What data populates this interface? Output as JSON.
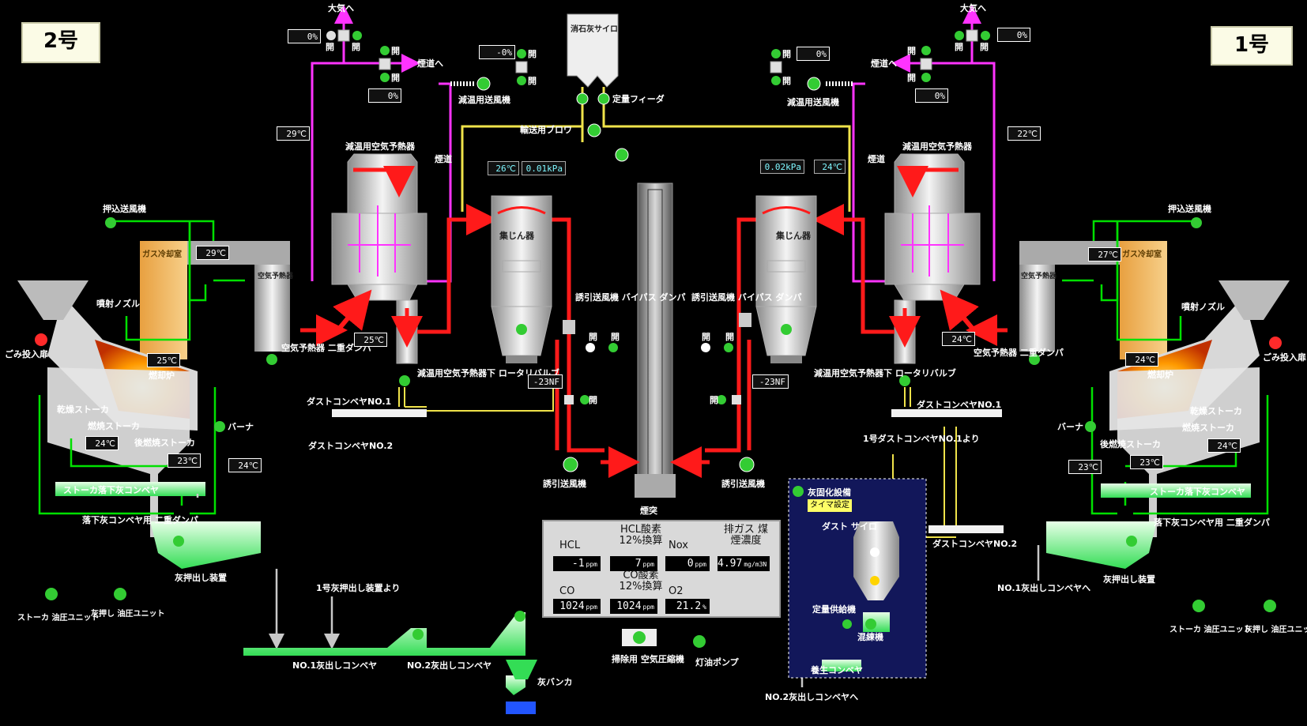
{
  "units": {
    "left": "2号",
    "right": "1号"
  },
  "colors": {
    "background": "#000000",
    "flue": "#ff1a1a",
    "air": "#ff33ff",
    "lime": "#f0e34a",
    "water": "#00e000",
    "ash": "#c8c8c8",
    "equipment_green": "#66ff66"
  },
  "readouts": {
    "l_top_left": "0%",
    "l_top_right": "-0%",
    "l_mid": "0%",
    "l_airline": "29℃",
    "l_gascool": "29℃",
    "l_airheater_out": "25℃",
    "l_furnace": "25℃",
    "l_stoker1": "24℃",
    "l_stoker2": "23℃",
    "l_stoker3": "24℃",
    "l_bag_temp": "26℃",
    "l_bag_press": "0.01kPa",
    "l_fan": "-23NF",
    "r_top_left": "0%",
    "r_top_right": "0%",
    "r_mid": "0%",
    "r_airline": "22℃",
    "r_gascool": "27℃",
    "r_airheater_out": "24℃",
    "r_furnace": "24℃",
    "r_stoker1": "24℃",
    "r_stoker2": "23℃",
    "r_stoker3": "23℃",
    "r_bag_temp": "24℃",
    "r_bag_press": "0.02kPa",
    "r_fan": "-23NF"
  },
  "labels": {
    "atm_left": "大気へ",
    "atm_right": "大気へ",
    "open": "開",
    "to_flue_left": "煙道へ",
    "to_flue_right": "煙道へ",
    "slaked_lime_silo": "消石灰サイロ",
    "feeder": "定量フィーダ",
    "transport_blower": "輸送用ブロワ",
    "cooling_fan_left": "減温用送風機",
    "cooling_fan_right": "減温用送風機",
    "airheater_left": "減温用空気予熱器",
    "airheater_right": "減温用空気予熱器",
    "flue_left": "煙道",
    "flue_right": "煙道",
    "bagfilter_left": "集じん器",
    "bagfilter_right": "集じん器",
    "push_fan_left": "押込送風機",
    "push_fan_right": "押込送風機",
    "gas_cool_left": "ガス冷却室",
    "gas_cool_right": "ガス冷却室",
    "air_preheater_left": "空気予熱器",
    "air_preheater_right": "空気予熱器",
    "spray_left": "噴射ノズル",
    "spray_right": "噴射ノズル",
    "damper_left": "空気予熱器 二重ダンパ",
    "damper_right": "空気予熱器 二重ダンパ",
    "hopper_left": "ごみ投入扉",
    "hopper_right": "ごみ投入扉",
    "furnace_left": "燃却炉",
    "furnace_right": "燃却炉",
    "dry_stoker_left": "乾燥ストーカ",
    "dry_stoker_right": "乾燥ストーカ",
    "burn_stoker_left": "燃焼ストーカ",
    "burn_stoker_right": "燃焼ストーカ",
    "post_stoker_left": "後燃焼ストーカ",
    "post_stoker_right": "後燃焼ストーカ",
    "burner_left": "バーナ",
    "burner_right": "バーナ",
    "rotary_left": "減温用空気予熱器下 ロータリバルブ",
    "rotary_right": "減温用空気予熱器下 ロータリバルブ",
    "dust_conv1_left": "ダストコンベヤNO.1",
    "dust_conv1_right": "ダストコンベヤNO.1",
    "dust_conv2_left": "ダストコンベヤNO.2",
    "dust_conv2_right": "ダストコンベヤNO.2",
    "from_unit1_dust": "1号ダストコンベヤNO.1より",
    "bypass_left": "誘引送風機 バイパス ダンパ",
    "bypass_right": "誘引送風機 バイパス ダンパ",
    "id_fan_left": "誘引送風機",
    "id_fan_right": "誘引送風機",
    "chimney": "煙突",
    "stoker_conv_left": "ストーカ落下灰コンベヤ",
    "stoker_conv_right": "ストーカ落下灰コンベヤ",
    "drop_damper_left": "落下灰コンベヤ用 二重ダンパ",
    "drop_damper_right": "落下灰コンベヤ用 二重ダンパ",
    "ash_pusher_left": "灰押出し装置",
    "ash_pusher_right": "灰押出し装置",
    "from_unit1_ash": "1号灰押出し装置より",
    "to_no1_ash": "NO.1灰出しコンベヤへ",
    "no1_ash_conv": "NO.1灰出しコンベヤ",
    "no2_ash_conv": "NO.2灰出しコンベヤ",
    "ash_bunker": "灰バンカ",
    "stoker_hyd_left": "ストーカ 油圧ユニット",
    "pusher_hyd_left": "灰押し 油圧ユニット",
    "stoker_hyd_right": "ストーカ 油圧ユニット",
    "pusher_hyd_right": "灰押し 油圧ユニット",
    "compressor": "掃除用 空気圧縮機",
    "oil_pump": "灯油ポンプ",
    "solidify": "灰固化設備",
    "solidify_mode": "タイマ設定",
    "dust_silo": "ダスト サイロ",
    "metering": "定量供給機",
    "mixer": "混練機",
    "curing_conv": "養生コンベヤ",
    "to_no2_ash": "NO.2灰出しコンベヤへ"
  },
  "analyzer": {
    "hcl_label": "HCL",
    "hcl_value": "-1",
    "hcl_unit": "ppm",
    "hcl12_label": "HCL酸素 12%換算",
    "hcl12_value": "7",
    "hcl12_unit": "ppm",
    "nox_label": "Nox",
    "nox_value": "0",
    "nox_unit": "ppm",
    "smoke_label": "排ガス 煤煙濃度",
    "smoke_value": "4.97",
    "smoke_unit": "mg/m3N",
    "co_label": "CO",
    "co_value": "1024",
    "co_unit": "ppm",
    "co12_label": "CO酸素 12%換算",
    "co12_value": "1024",
    "co12_unit": "ppm",
    "o2_label": "O2",
    "o2_value": "21.2",
    "o2_unit": "%"
  }
}
